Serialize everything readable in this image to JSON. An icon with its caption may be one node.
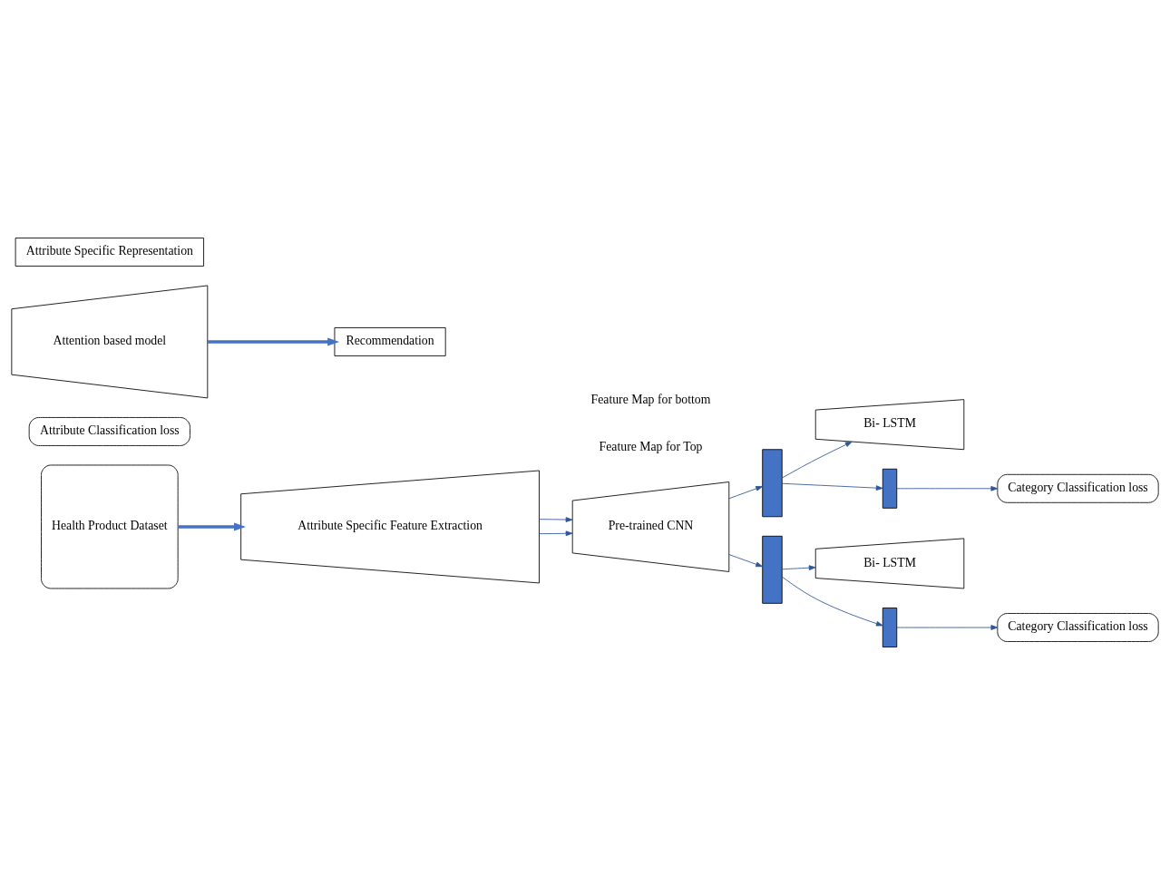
{
  "diagram": {
    "nodes": [
      {
        "text": [
          "Category Classification loss"
        ]
      },
      {
        "text": [
          "Health Product Dataset"
        ]
      },
      {
        "text": [
          "Attribute Specific Feature Extraction"
        ]
      },
      {
        "text": [
          "Pre-trained CNN"
        ]
      },
      {
        "text": [],
        "shape": "bar"
      },
      {
        "text": [
          "Bi- LSTM"
        ]
      },
      {
        "text": [
          "Attribute Classification loss"
        ]
      },
      {
        "text": [],
        "shape": "bar"
      },
      {
        "text": [
          "Bi- LSTM"
        ]
      },
      {
        "text": [
          "Attention based model"
        ]
      },
      {
        "text": [
          "Recommendation"
        ]
      },
      {
        "text": [],
        "shape": "box"
      },
      {
        "text": [],
        "shape": "box"
      },
      {
        "text": [
          "Category Classification loss"
        ]
      },
      {
        "text": [
          "Attribute Specific Representation"
        ]
      }
    ],
    "edges": [
      {
        "from": 1,
        "to": 2,
        "arrow": "to",
        "style": "thick"
      },
      {
        "from": 2,
        "to": 3,
        "arrow": "to"
      },
      {
        "from": 2,
        "to": 3,
        "arrow": "to"
      },
      {
        "from": 3,
        "to": 4,
        "arrow": "to"
      },
      {
        "from": 3,
        "to": 7,
        "arrow": "to"
      },
      {
        "from": 4,
        "to": 5,
        "arrow": "to"
      },
      {
        "from": 7,
        "to": 8,
        "arrow": "to"
      },
      {
        "from": 4,
        "to": 11,
        "arrow": "to"
      },
      {
        "from": 11,
        "to": 0,
        "arrow": "to"
      },
      {
        "from": 7,
        "to": 12,
        "arrow": "to"
      },
      {
        "from": 12,
        "to": 13,
        "arrow": "to"
      },
      {
        "from": 9,
        "to": 10,
        "arrow": "to",
        "style": "thick"
      }
    ],
    "labels": [
      "Feature Map for Top",
      "Feature Map for bottom"
    ]
  }
}
